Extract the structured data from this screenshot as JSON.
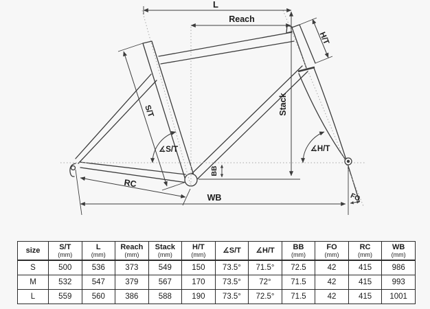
{
  "diagram": {
    "labels": {
      "l": "L",
      "reach": "Reach",
      "ht": "H/T",
      "st": "S/T",
      "stack": "Stack",
      "angle_st": "∡S/T",
      "angle_ht": "∡H/T",
      "bb": "BB",
      "rc": "RC",
      "wb": "WB",
      "fo": "FO"
    }
  },
  "table": {
    "columns": [
      {
        "label": "size",
        "unit": ""
      },
      {
        "label": "S/T",
        "unit": "(mm)"
      },
      {
        "label": "L",
        "unit": "(mm)"
      },
      {
        "label": "Reach",
        "unit": "(mm)"
      },
      {
        "label": "Stack",
        "unit": "(mm)"
      },
      {
        "label": "H/T",
        "unit": "(mm)"
      },
      {
        "label": "∡S/T",
        "unit": ""
      },
      {
        "label": "∡H/T",
        "unit": ""
      },
      {
        "label": "BB",
        "unit": "(mm)"
      },
      {
        "label": "FO",
        "unit": "(mm)"
      },
      {
        "label": "RC",
        "unit": "(mm)"
      },
      {
        "label": "WB",
        "unit": "(mm)"
      }
    ],
    "rows": [
      {
        "size": "S",
        "values": [
          "500",
          "536",
          "373",
          "549",
          "150",
          "73.5°",
          "71.5°",
          "72.5",
          "42",
          "415",
          "986"
        ]
      },
      {
        "size": "M",
        "values": [
          "532",
          "547",
          "379",
          "567",
          "170",
          "73.5°",
          "72°",
          "71.5",
          "42",
          "415",
          "993"
        ]
      },
      {
        "size": "L",
        "values": [
          "559",
          "560",
          "386",
          "588",
          "190",
          "73.5°",
          "72.5°",
          "71.5",
          "42",
          "415",
          "1001"
        ]
      }
    ]
  },
  "colors": {
    "line": "#3c3c3c",
    "dotted": "#a6a6a6",
    "background": "#f7f7f7",
    "table_border": "#2b2b2b"
  }
}
